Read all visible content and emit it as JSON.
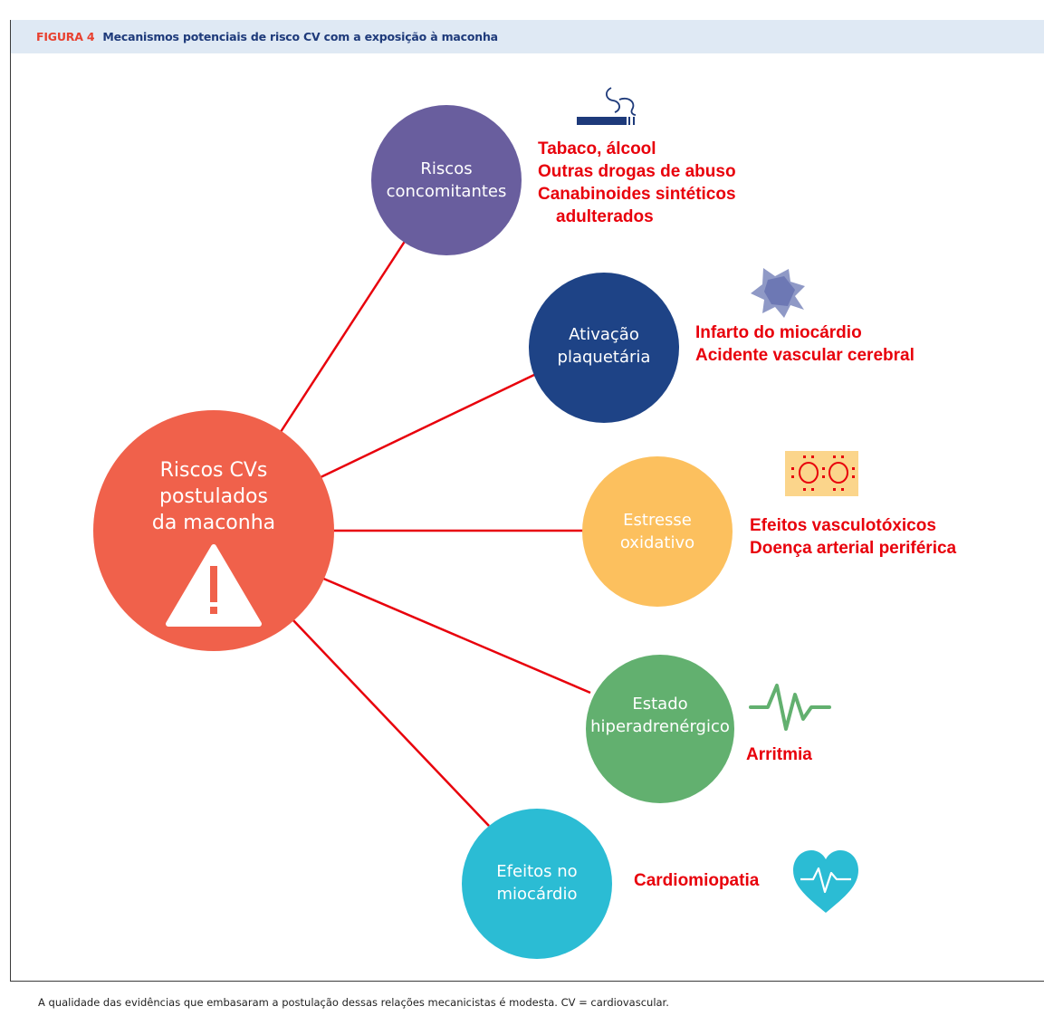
{
  "figure": {
    "label": "FIGURA 4",
    "title": "Mecanismos potenciais de risco CV com a exposição à maconha"
  },
  "center": {
    "lines": [
      "Riscos CVs",
      "postulados",
      "da maconha"
    ],
    "icon": "warning-triangle-icon",
    "color": "#f0614b"
  },
  "mechanisms": [
    {
      "id": "riscos-concomitantes",
      "lines": [
        "Riscos",
        "concomitantes"
      ],
      "color": "#695e9e",
      "icon": "cigarette-icon",
      "effects": [
        "Tabaco, álcool",
        "Outras drogas de abuso",
        "Canabinoides sintéticos",
        "adulterados"
      ]
    },
    {
      "id": "ativacao-plaquetaria",
      "lines": [
        "Ativação",
        "plaquetária"
      ],
      "color": "#1e4386",
      "icon": "platelet-icon",
      "effects": [
        "Infarto do miocárdio",
        "Acidente vascular cerebral"
      ]
    },
    {
      "id": "estresse-oxidativo",
      "lines": [
        "Estresse",
        "oxidativo"
      ],
      "color": "#fcc05e",
      "icon": "cells-icon",
      "effects": [
        "Efeitos vasculotóxicos",
        "Doença arterial periférica"
      ]
    },
    {
      "id": "estado-hiperadrenergico",
      "lines": [
        "Estado",
        "hiperadrenérgico"
      ],
      "color": "#62b06f",
      "icon": "ecg-wave-icon",
      "effects": [
        "Arritmia"
      ]
    },
    {
      "id": "efeitos-miocardio",
      "lines": [
        "Efeitos no",
        "miocárdio"
      ],
      "color": "#2bbcd4",
      "icon": "heart-pulse-icon",
      "effects": [
        "Cardiomiopatia"
      ]
    }
  ],
  "caption": "A qualidade das evidências que embasaram a postulação dessas relações mecanicistas é modesta. CV = cardiovascular."
}
